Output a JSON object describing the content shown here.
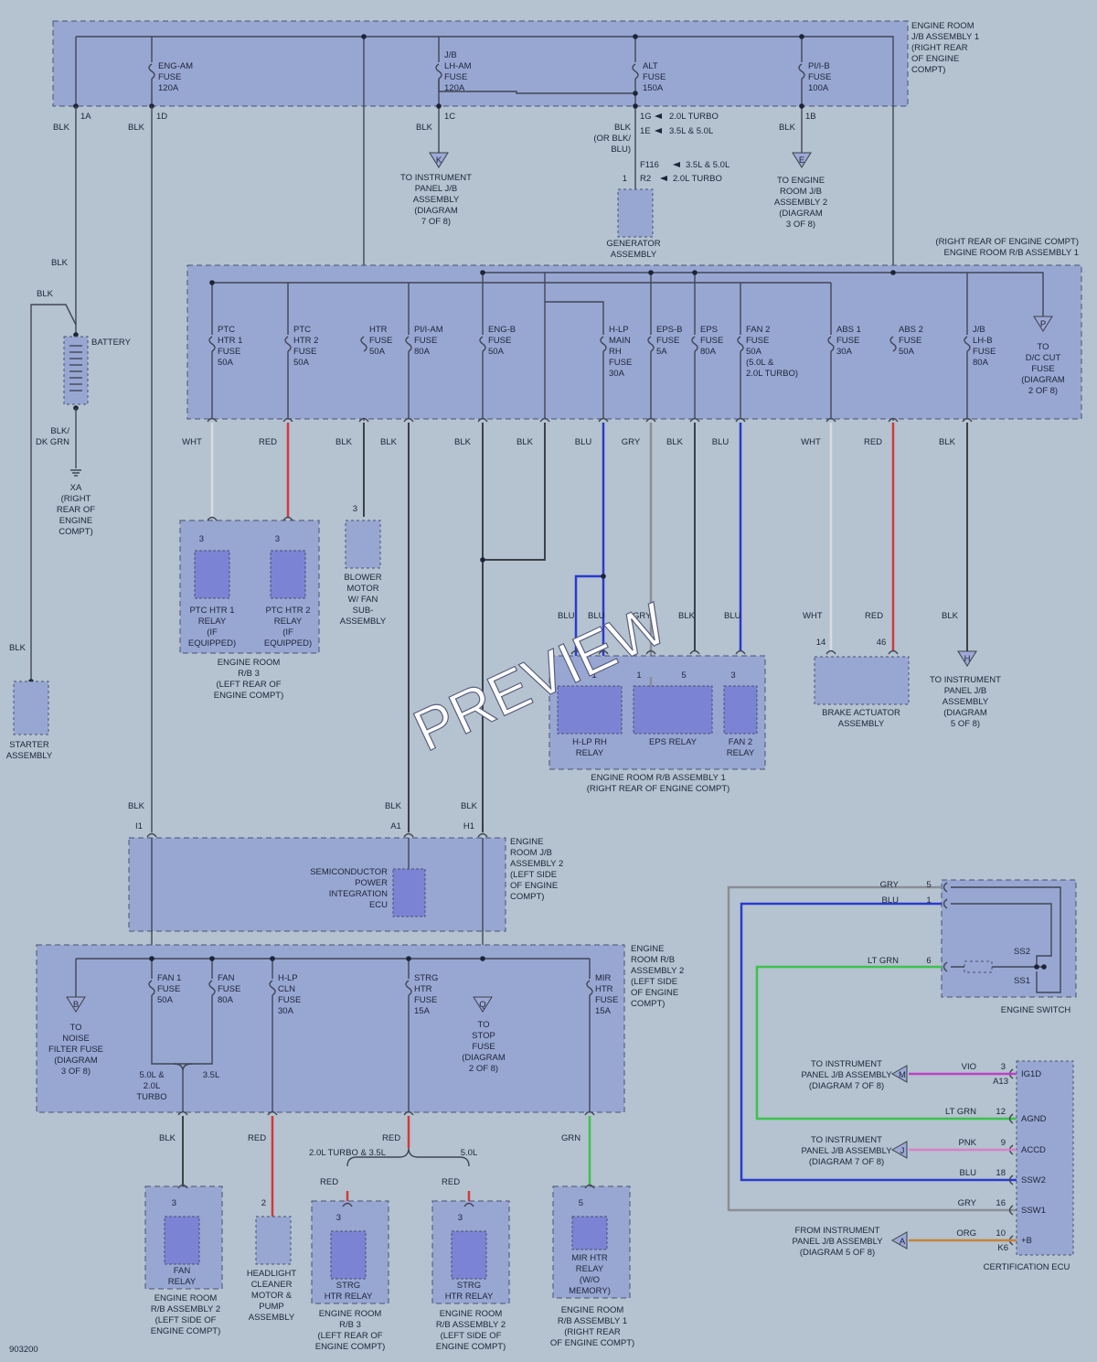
{
  "wires": {
    "blk": "#3c4048",
    "red": "#d23a3a",
    "blu": "#2a3ad0",
    "wht": "#d8dbe2",
    "gry": "#8a8e96",
    "grn": "#3cc24a",
    "vio": "#c040c8",
    "pnk": "#d880c8",
    "org": "#c8823a"
  },
  "jb1": {
    "title": [
      "ENGINE ROOM",
      "J/B ASSEMBLY 1",
      "(RIGHT REAR",
      "OF ENGINE",
      "COMPT)"
    ],
    "eng_am": [
      "ENG-AM",
      "FUSE",
      "120A"
    ],
    "jb_lh_am": [
      "J/B",
      "LH-AM",
      "FUSE",
      "120A"
    ],
    "alt": [
      "ALT",
      "FUSE",
      "150A"
    ],
    "pi_b": [
      "PI/I-B",
      "FUSE",
      "100A"
    ],
    "pins": {
      "p1a": "1A",
      "p1d": "1D",
      "p1c": "1C",
      "p1g": "1G",
      "p1e": "1E",
      "p1b": "1B"
    },
    "alt_g": "2.0L TURBO",
    "alt_e": "3.5L & 5.0L"
  },
  "top_wire_labels": {
    "blk_a": "BLK",
    "blk_d": "BLK",
    "blk_c": "BLK",
    "blk_alt": [
      "BLK",
      "(OR BLK/",
      "BLU)"
    ],
    "blk_b": "BLK",
    "blk_left1": "BLK",
    "blk_left2": "BLK",
    "blk_dkgrn": [
      "BLK/",
      "DK GRN"
    ],
    "blk_starter": "BLK"
  },
  "ip_jb_k": {
    "letter": "K",
    "text": [
      "TO INSTRUMENT",
      "PANEL J/B",
      "ASSEMBLY",
      "(DIAGRAM",
      "7 OF 8)"
    ]
  },
  "er_jb2_e": {
    "letter": "E",
    "text": [
      "TO ENGINE",
      "ROOM J/B",
      "ASSEMBLY 2",
      "(DIAGRAM",
      "3 OF 8)"
    ]
  },
  "generator": {
    "pins": {
      "f116": "F116",
      "r2": "R2",
      "p1": "1"
    },
    "f116_note": "3.5L & 5.0L",
    "r2_note": "2.0L TURBO",
    "name": [
      "GENERATOR",
      "ASSEMBLY"
    ]
  },
  "battery": {
    "name": "BATTERY"
  },
  "ground_xa": {
    "text": [
      "XA",
      "(RIGHT",
      "REAR OF",
      "ENGINE",
      "COMPT)"
    ]
  },
  "starter": {
    "name": [
      "STARTER",
      "ASSEMBLY"
    ]
  },
  "rb1": {
    "title": [
      "(RIGHT REAR OF ENGINE COMPT)",
      "ENGINE ROOM R/B ASSEMBLY 1"
    ],
    "fuses": [
      [
        "PTC",
        "HTR 1",
        "FUSE",
        "50A"
      ],
      [
        "PTC",
        "HTR 2",
        "FUSE",
        "50A"
      ],
      [
        "HTR",
        "FUSE",
        "50A"
      ],
      [
        "PI/I-AM",
        "FUSE",
        "80A"
      ],
      [
        "ENG-B",
        "FUSE",
        "50A"
      ],
      [
        "H-LP",
        "MAIN",
        "RH",
        "FUSE",
        "30A"
      ],
      [
        "EPS-B",
        "FUSE",
        "5A"
      ],
      [
        "EPS",
        "FUSE",
        "80A"
      ],
      [
        "FAN 2",
        "FUSE",
        "50A",
        "(5.0L &",
        "2.0L TURBO)"
      ],
      [
        "ABS 1",
        "FUSE",
        "30A"
      ],
      [
        "ABS 2",
        "FUSE",
        "50A"
      ],
      [
        "J/B",
        "LH-B",
        "FUSE",
        "80A"
      ]
    ],
    "dc_cut": {
      "letter": "P",
      "text": [
        "TO",
        "D/C CUT",
        "FUSE",
        "(DIAGRAM",
        "2 OF 8)"
      ]
    },
    "out_labels": [
      "WHT",
      "RED",
      "BLK",
      "BLK",
      "BLK",
      "BLK",
      "BLU",
      "GRY",
      "BLK",
      "BLU",
      "WHT",
      "RED",
      "BLK"
    ]
  },
  "rb3": {
    "relays": [
      {
        "pin": "3",
        "name": [
          "PTC HTR 1",
          "RELAY",
          "(IF",
          "EQUIPPED)"
        ]
      },
      {
        "pin": "3",
        "name": [
          "PTC HTR 2",
          "RELAY",
          "(IF",
          "EQUIPPED)"
        ]
      }
    ],
    "title": [
      "ENGINE ROOM",
      "R/B 3",
      "(LEFT REAR OF",
      "ENGINE COMPT)"
    ]
  },
  "blower": {
    "pin": "3",
    "name": [
      "BLOWER",
      "MOTOR",
      "W/ FAN",
      "SUB-",
      "ASSEMBLY"
    ]
  },
  "rb1_relays": {
    "wire_labels": [
      "BLU",
      "BLU",
      "GRY",
      "BLK",
      "BLU"
    ],
    "pins": [
      "1",
      "1",
      "5",
      "3"
    ],
    "hlp": [
      "H-LP RH",
      "RELAY"
    ],
    "eps": "EPS RELAY",
    "fan2": [
      "FAN 2",
      "RELAY"
    ],
    "title": [
      "ENGINE ROOM R/B ASSEMBLY 1",
      "(RIGHT REAR OF ENGINE COMPT)"
    ]
  },
  "brake": {
    "wht": "WHT",
    "red": "RED",
    "pin14": "14",
    "pin46": "46",
    "name": [
      "BRAKE ACTUATOR",
      "ASSEMBLY"
    ]
  },
  "ip_jb_h": {
    "wire": "BLK",
    "letter": "H",
    "text": [
      "TO INSTRUMENT",
      "PANEL J/B",
      "ASSEMBLY",
      "(DIAGRAM",
      "5 OF 8)"
    ]
  },
  "jb2": {
    "wire_labels": {
      "i1": "BLK",
      "a1": "BLK",
      "h1": "BLK"
    },
    "pins": {
      "i1": "I1",
      "a1": "A1",
      "h1": "H1"
    },
    "ecu": [
      "SEMICONDUCTOR",
      "POWER",
      "INTEGRATION",
      "ECU"
    ],
    "title": [
      "ENGINE",
      "ROOM J/B",
      "ASSEMBLY 2",
      "(LEFT SIDE",
      "OF ENGINE",
      "COMPT)"
    ]
  },
  "rb2": {
    "title": [
      "ENGINE",
      "ROOM R/B",
      "ASSEMBLY 2",
      "(LEFT SIDE",
      "OF ENGINE",
      "COMPT)"
    ],
    "noise": {
      "letter": "B",
      "text": [
        "TO",
        "NOISE",
        "FILTER FUSE",
        "(DIAGRAM",
        "3 OF 8)"
      ]
    },
    "fan1": [
      "FAN 1",
      "FUSE",
      "50A"
    ],
    "fan": [
      "FAN",
      "FUSE",
      "80A"
    ],
    "hlp_cln": [
      "H-LP",
      "CLN",
      "FUSE",
      "30A"
    ],
    "strg": [
      "STRG",
      "HTR",
      "FUSE",
      "15A"
    ],
    "stop": {
      "letter": "Q",
      "text": [
        "TO",
        "STOP",
        "FUSE",
        "(DIAGRAM",
        "2 OF 8)"
      ]
    },
    "mir": [
      "MIR",
      "HTR",
      "FUSE",
      "15A"
    ],
    "var_a": [
      "5.0L &",
      "2.0L",
      "TURBO"
    ],
    "var_b": "3.5L"
  },
  "bottom": {
    "fan_relay": {
      "wire": "BLK",
      "pin": "3",
      "name": [
        "FAN",
        "RELAY"
      ],
      "title": [
        "ENGINE ROOM",
        "R/B ASSEMBLY 2",
        "(LEFT SIDE OF",
        "ENGINE COMPT)"
      ]
    },
    "cleaner": {
      "wire": "RED",
      "pin": "2",
      "name": [
        "HEADLIGHT",
        "CLEANER",
        "MOTOR &",
        "PUMP",
        "ASSEMBLY"
      ]
    },
    "strg_split": {
      "wire": "RED",
      "left": "2.0L TURBO & 3.5L",
      "right": "5.0L"
    },
    "strg_rb3": {
      "wire": "RED",
      "pin": "3",
      "name": [
        "STRG",
        "HTR RELAY"
      ],
      "title": [
        "ENGINE ROOM",
        "R/B 3",
        "(LEFT REAR OF",
        "ENGINE COMPT)"
      ]
    },
    "strg_rb2": {
      "wire": "RED",
      "pin": "3",
      "name": [
        "STRG",
        "HTR RELAY"
      ],
      "title": [
        "ENGINE ROOM",
        "R/B ASSEMBLY 2",
        "(LEFT SIDE OF",
        "ENGINE COMPT)"
      ]
    },
    "mir_relay": {
      "wire": "GRN",
      "pin": "5",
      "name": [
        "MIR HTR",
        "RELAY",
        "(W/O",
        "MEMORY)"
      ],
      "title": [
        "ENGINE ROOM",
        "R/B ASSEMBLY 1",
        "(RIGHT REAR",
        "OF ENGINE COMPT)"
      ]
    }
  },
  "engine_switch": {
    "wires": [
      {
        "label": "GRY",
        "pin": "5"
      },
      {
        "label": "BLU",
        "pin": "1"
      },
      {
        "label": "LT GRN",
        "pin": "6"
      }
    ],
    "ss2": "SS2",
    "ss1": "SS1",
    "name": "ENGINE SWITCH"
  },
  "cert_ecu": {
    "rows": [
      {
        "term": "IG1D",
        "pin": "3",
        "pin2": "A13",
        "wire": "VIO",
        "to": {
          "letter": "M",
          "text": [
            "TO INSTRUMENT",
            "PANEL J/B ASSEMBLY",
            "(DIAGRAM 7 OF 8)"
          ]
        }
      },
      {
        "term": "AGND",
        "pin": "12",
        "wire": "LT GRN"
      },
      {
        "term": "ACCD",
        "pin": "9",
        "wire": "PNK",
        "to": {
          "letter": "J",
          "text": [
            "TO INSTRUMENT",
            "PANEL J/B ASSEMBLY",
            "(DIAGRAM 7 OF 8)"
          ]
        }
      },
      {
        "term": "SSW2",
        "pin": "18",
        "wire": "BLU"
      },
      {
        "term": "SSW1",
        "pin": "16",
        "wire": "GRY"
      },
      {
        "term": "+B",
        "pin": "10",
        "pin2": "K6",
        "wire": "ORG",
        "to": {
          "letter": "A",
          "text": [
            "FROM INSTRUMENT",
            "PANEL J/B ASSEMBLY",
            "(DIAGRAM 5 OF 8)"
          ]
        }
      }
    ],
    "name": "CERTIFICATION ECU"
  },
  "code": "903200",
  "watermark": "PREVIEW"
}
